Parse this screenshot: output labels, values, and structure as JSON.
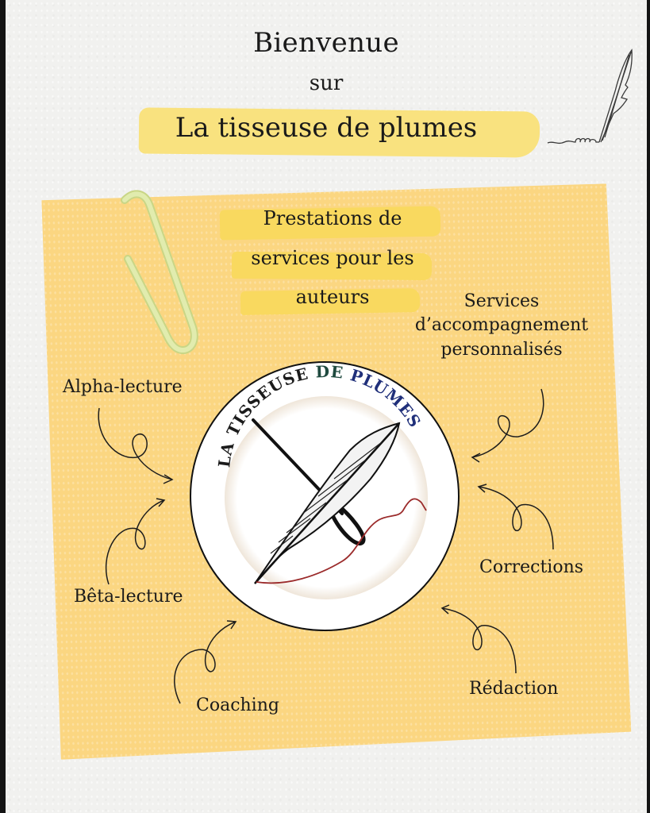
{
  "header": {
    "welcome": "Bienvenue",
    "on": "sur",
    "site_name": "La tisseuse de plumes"
  },
  "decorations": {
    "quill_icon": "quill-pen-line-drawing",
    "paperclip_icon": "paperclip",
    "highlight_color": "#f9e27f",
    "note_color": "#fbd681",
    "paperclip_color": "#d9e8a0"
  },
  "note": {
    "subtitle_lines": [
      "Prestations de",
      "services pour les",
      "auteurs"
    ]
  },
  "logo": {
    "arc_text": "LA TISSEUSE DE PLUMES",
    "arc_colors": [
      "#1b1b1b",
      "#1f4a3f",
      "#1f2f7a"
    ],
    "emblem": "quill-and-needle-with-red-thread"
  },
  "services": [
    {
      "label": "Alpha-lecture"
    },
    {
      "label": "Bêta-lecture"
    },
    {
      "label": "Coaching"
    },
    {
      "label": "Rédaction"
    },
    {
      "label": "Corrections"
    },
    {
      "lines": [
        "Services",
        "d’accompagnement",
        "personnalisés"
      ]
    }
  ]
}
